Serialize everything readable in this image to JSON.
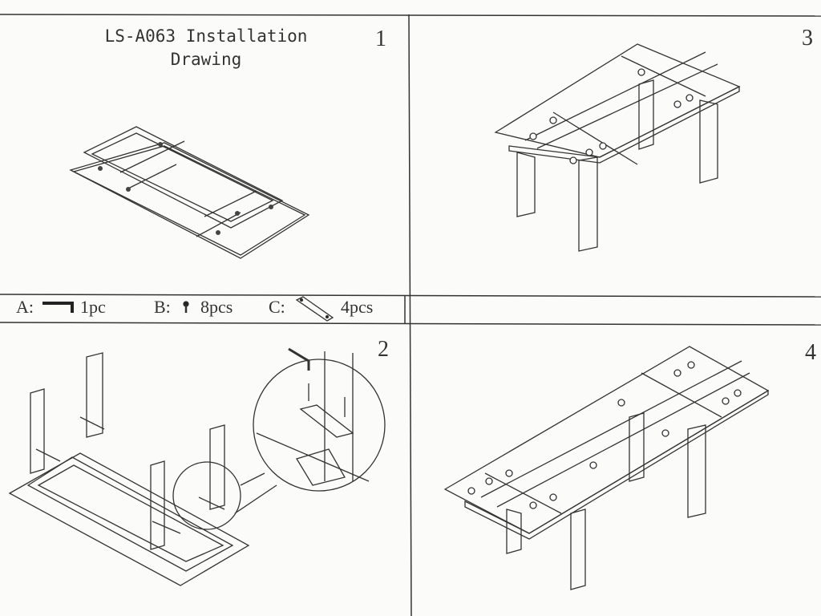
{
  "document": {
    "title_line1": "LS-A063 Installation",
    "title_line2": "Drawing",
    "steps": [
      "1",
      "2",
      "3",
      "4"
    ]
  },
  "parts": [
    {
      "label": "A:",
      "icon": "hex-key-icon",
      "qty": "1pc"
    },
    {
      "label": "B:",
      "icon": "screw-icon",
      "qty": "8pcs"
    },
    {
      "label": "C:",
      "icon": "mounting-plate-icon",
      "qty": "4pcs"
    }
  ]
}
